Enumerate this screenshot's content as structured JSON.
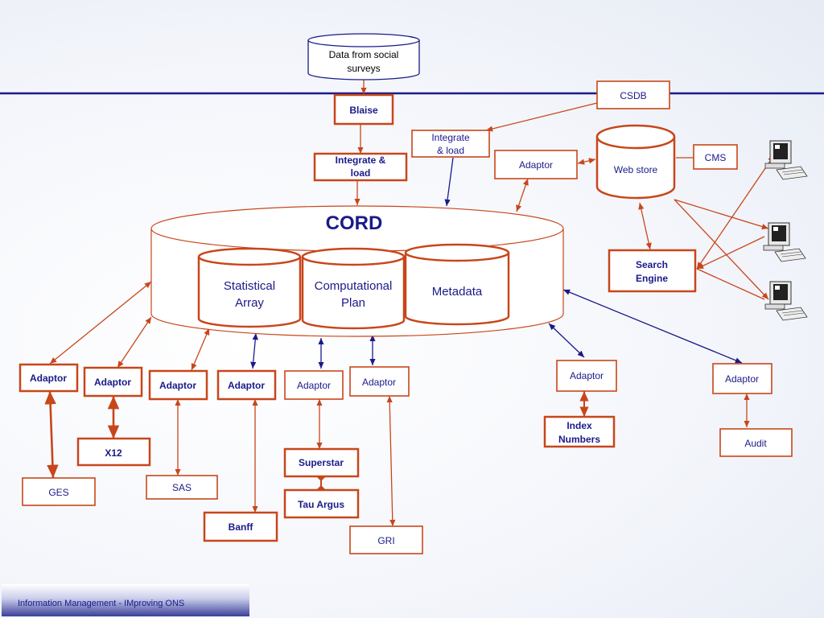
{
  "colors": {
    "box_border": "#c8461a",
    "arrow_red": "#c8461a",
    "arrow_blue": "#1a1a8a",
    "text": "#000000",
    "title": "#1a1a8a",
    "rule": "#1a1a8a"
  },
  "source": {
    "line1": "Data from  social",
    "line2": "surveys"
  },
  "blaise": "Blaise",
  "integrate_bold": {
    "line1": "Integrate &",
    "line2": "load"
  },
  "integrate_plain": {
    "line1": "Integrate",
    "line2": "& load"
  },
  "csdb": "CSDB",
  "adaptor_top": "Adaptor",
  "web_store": "Web store",
  "cms": "CMS",
  "search_engine": {
    "line1": "Search",
    "line2": "Engine"
  },
  "cord": {
    "title": "CORD",
    "statistical_array": {
      "line1": "Statistical",
      "line2": "Array"
    },
    "computational_plan": {
      "line1": "Computational",
      "line2": "Plan"
    },
    "metadata": "Metadata"
  },
  "adaptors": {
    "a1": "Adaptor",
    "a2": "Adaptor",
    "a3": "Adaptor",
    "a4": "Adaptor",
    "a5": "Adaptor",
    "a6": "Adaptor",
    "a7": "Adaptor",
    "a8": "Adaptor"
  },
  "ges": "GES",
  "x12": "X12",
  "sas": "SAS",
  "banff": "Banff",
  "superstar": "Superstar",
  "tau_argus": "Tau Argus",
  "gri": "GRI",
  "index_numbers": {
    "line1": "Index",
    "line2": "Numbers"
  },
  "audit": "Audit",
  "computers": [
    "computer-icon",
    "computer-icon",
    "computer-icon"
  ],
  "footer": "Information Management  - IMproving ONS"
}
